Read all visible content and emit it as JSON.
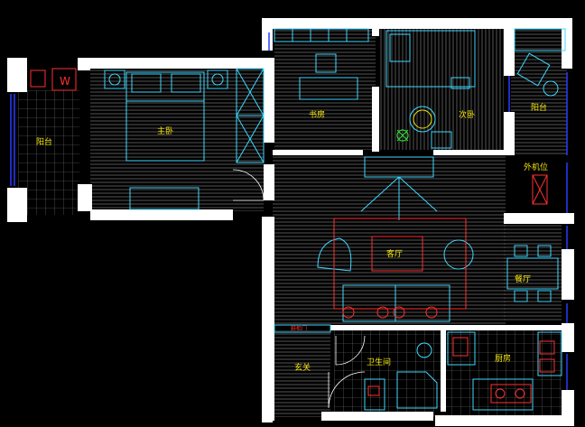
{
  "colors": {
    "background": "#000000",
    "wall": "#ffffff",
    "hatch": "#7a7a7a",
    "furniture": "#3fd9ff",
    "accent": "#ff3030",
    "label": "#f5e60a",
    "blue_line": "#2b3bff",
    "green": "#37d13b"
  },
  "rooms": {
    "balcony_left": "阳台",
    "master_bedroom": "主卧",
    "study": "书房",
    "second_bedroom": "次卧",
    "balcony_right": "阳台",
    "ac_unit": "外机位",
    "living_room": "客厅",
    "dining_room": "餐厅",
    "entrance": "玄关",
    "bathroom": "卫生间",
    "kitchen": "厨房"
  },
  "labels": {
    "shoe_cabinet": "鞋柜门",
    "washer_mark": "W"
  }
}
